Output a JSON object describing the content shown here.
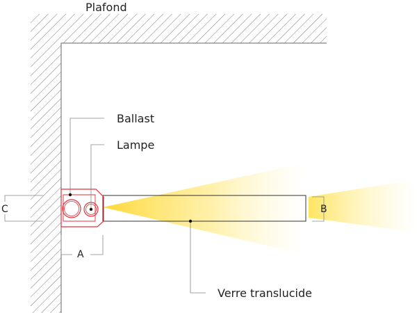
{
  "labels": {
    "ceiling": "Plafond",
    "ballast": "Ballast",
    "lamp": "Lampe",
    "glass": "Verre translucide"
  },
  "dimensions": {
    "a": "A",
    "b": "B",
    "c": "C"
  },
  "colors": {
    "fixture_outline": "#e0303a",
    "light": "#ffd83a",
    "hatch": "#7a7a7a",
    "leader": "#888888"
  }
}
